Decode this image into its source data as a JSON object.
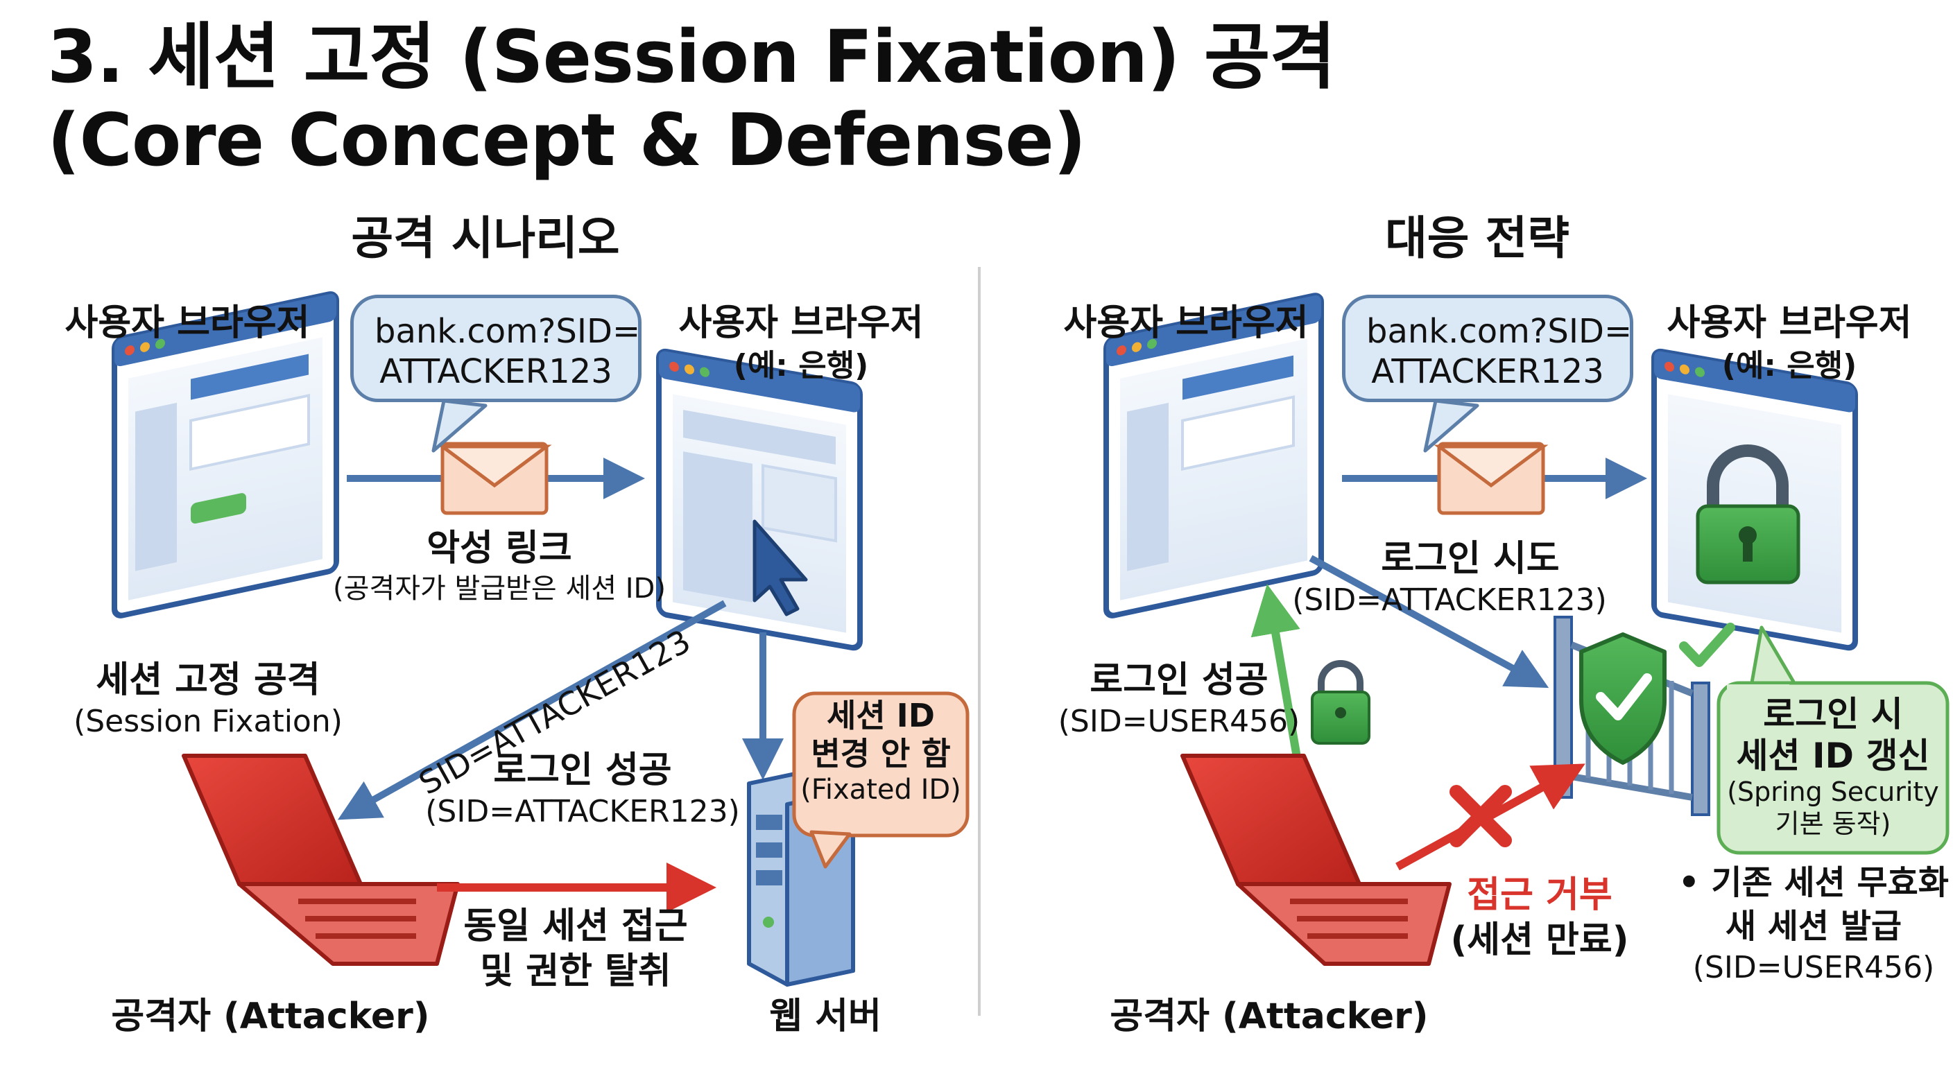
{
  "title": {
    "line1": "3. 세션 고정 (Session Fixation) 공격",
    "line2": "(Core Concept & Defense)"
  },
  "left": {
    "heading": "공격 시나리오",
    "user_browser_label": "사용자 브라우저",
    "bubble_line1": "bank.com?SID=",
    "bubble_line2": "ATTACKER123",
    "bank_browser_label": "사용자 브라우저",
    "bank_browser_sub": "(예: 은행)",
    "malicious_link": "악성 링크",
    "malicious_link_sub": "(공격자가 발급받은 세션 ID)",
    "diag_sid": "SID=ATTACKER123",
    "fixation_label": "세션 고정 공격",
    "fixation_sub": "(Session Fixation)",
    "login_success": "로그인 성공",
    "login_success_sub": "(SID=ATTACKER123)",
    "no_change_line1": "세션 ID",
    "no_change_line2": "변경 안 함",
    "no_change_line3": "(Fixated ID)",
    "same_session_line1": "동일 세션 접근",
    "same_session_line2": "및 권한 탈취",
    "attacker": "공격자 (Attacker)",
    "web_server": "웹 서버"
  },
  "right": {
    "heading": "대응 전략",
    "user_browser_label": "사용자 브라우저",
    "bubble_line1": "bank.com?SID=",
    "bubble_line2": "ATTACKER123",
    "bank_browser_label": "사용자 브라우저",
    "bank_browser_sub": "(예: 은행)",
    "login_attempt": "로그인 시도",
    "login_attempt_sub": "(SID=ATTACKER123)",
    "login_success": "로그인 성공",
    "login_success_sub": "(SID=USER456)",
    "renew_line1": "로그인 시",
    "renew_line2": "세션 ID 갱신",
    "renew_line3": "(Spring Security",
    "renew_line4": "기본 동작)",
    "bullet_line1": "• 기존 세션 무효화",
    "bullet_line2": "새 세션 발급",
    "bullet_line3": "(SID=USER456)",
    "denied": "접근 거부",
    "denied_sub": "(세션 만료)",
    "attacker": "공격자 (Attacker)"
  },
  "colors": {
    "frame_blue": "#3f6fb5",
    "arrow_blue": "#4a76ad",
    "attack_red": "#d9342b",
    "success_green": "#3fa548",
    "bubble_blue": "#dbe8f6",
    "bubble_peach": "#fbd9c7",
    "bubble_green": "#d6edcf"
  },
  "icons": [
    "browser-window-icon",
    "envelope-icon",
    "cursor-icon",
    "laptop-icon",
    "server-icon",
    "padlock-icon",
    "shield-check-icon",
    "gate-icon",
    "cross-icon",
    "checkmark-icon"
  ]
}
